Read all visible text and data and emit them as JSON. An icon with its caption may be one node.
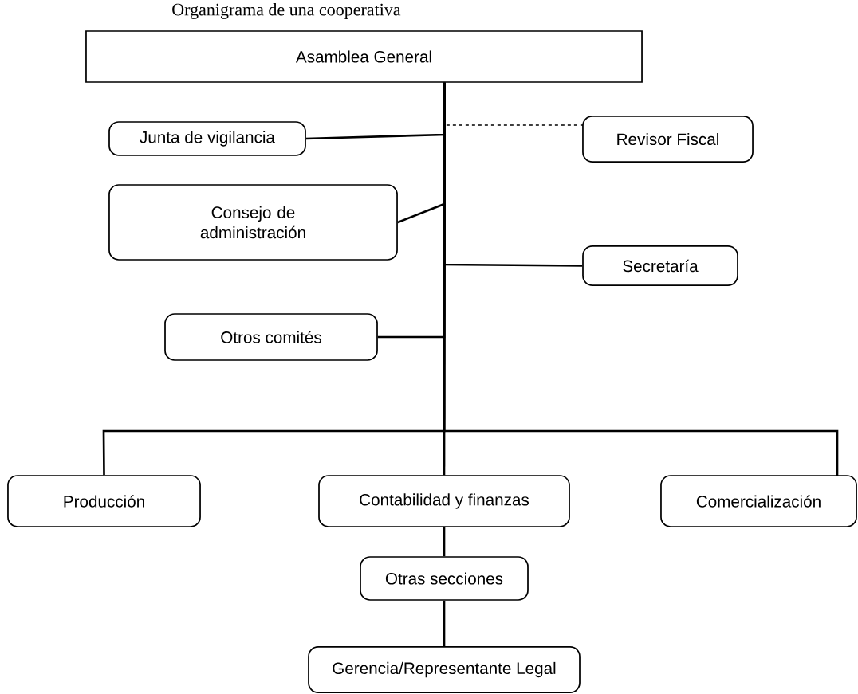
{
  "diagram": {
    "title": "Organigrama de una cooperativa",
    "nodes": [
      {
        "text": [
          "Asamblea General"
        ]
      },
      {
        "text": [
          "Junta de vigilancia"
        ]
      },
      {
        "text": [
          "Revisor Fiscal"
        ]
      },
      {
        "text": [
          "Consejo de administración"
        ]
      },
      {
        "text": [
          "Secretaría"
        ]
      },
      {
        "text": [
          "Otros comités"
        ]
      },
      {
        "text": [
          "Producción"
        ]
      },
      {
        "text": [
          "Contabilidad y finanzas"
        ]
      },
      {
        "text": [
          "Comercialización"
        ]
      },
      {
        "text": [
          "Otras secciones"
        ]
      },
      {
        "text": [
          "Gerencia/Representante Legal"
        ]
      }
    ],
    "edges": [
      {
        "from": 0,
        "to": 1,
        "arrow": "none"
      },
      {
        "from": 0,
        "to": 2,
        "arrow": "none",
        "style": "dashed"
      },
      {
        "from": 0,
        "to": 3,
        "arrow": "none"
      },
      {
        "from": 0,
        "to": 4,
        "arrow": "none"
      },
      {
        "from": 0,
        "to": 5,
        "arrow": "none"
      },
      {
        "from": 0,
        "to": 6,
        "arrow": "none"
      },
      {
        "from": 0,
        "to": 7,
        "arrow": "none"
      },
      {
        "from": 0,
        "to": 8,
        "arrow": "none"
      },
      {
        "from": 7,
        "to": 9,
        "arrow": "none"
      },
      {
        "from": 9,
        "to": 10,
        "arrow": "none"
      }
    ]
  }
}
